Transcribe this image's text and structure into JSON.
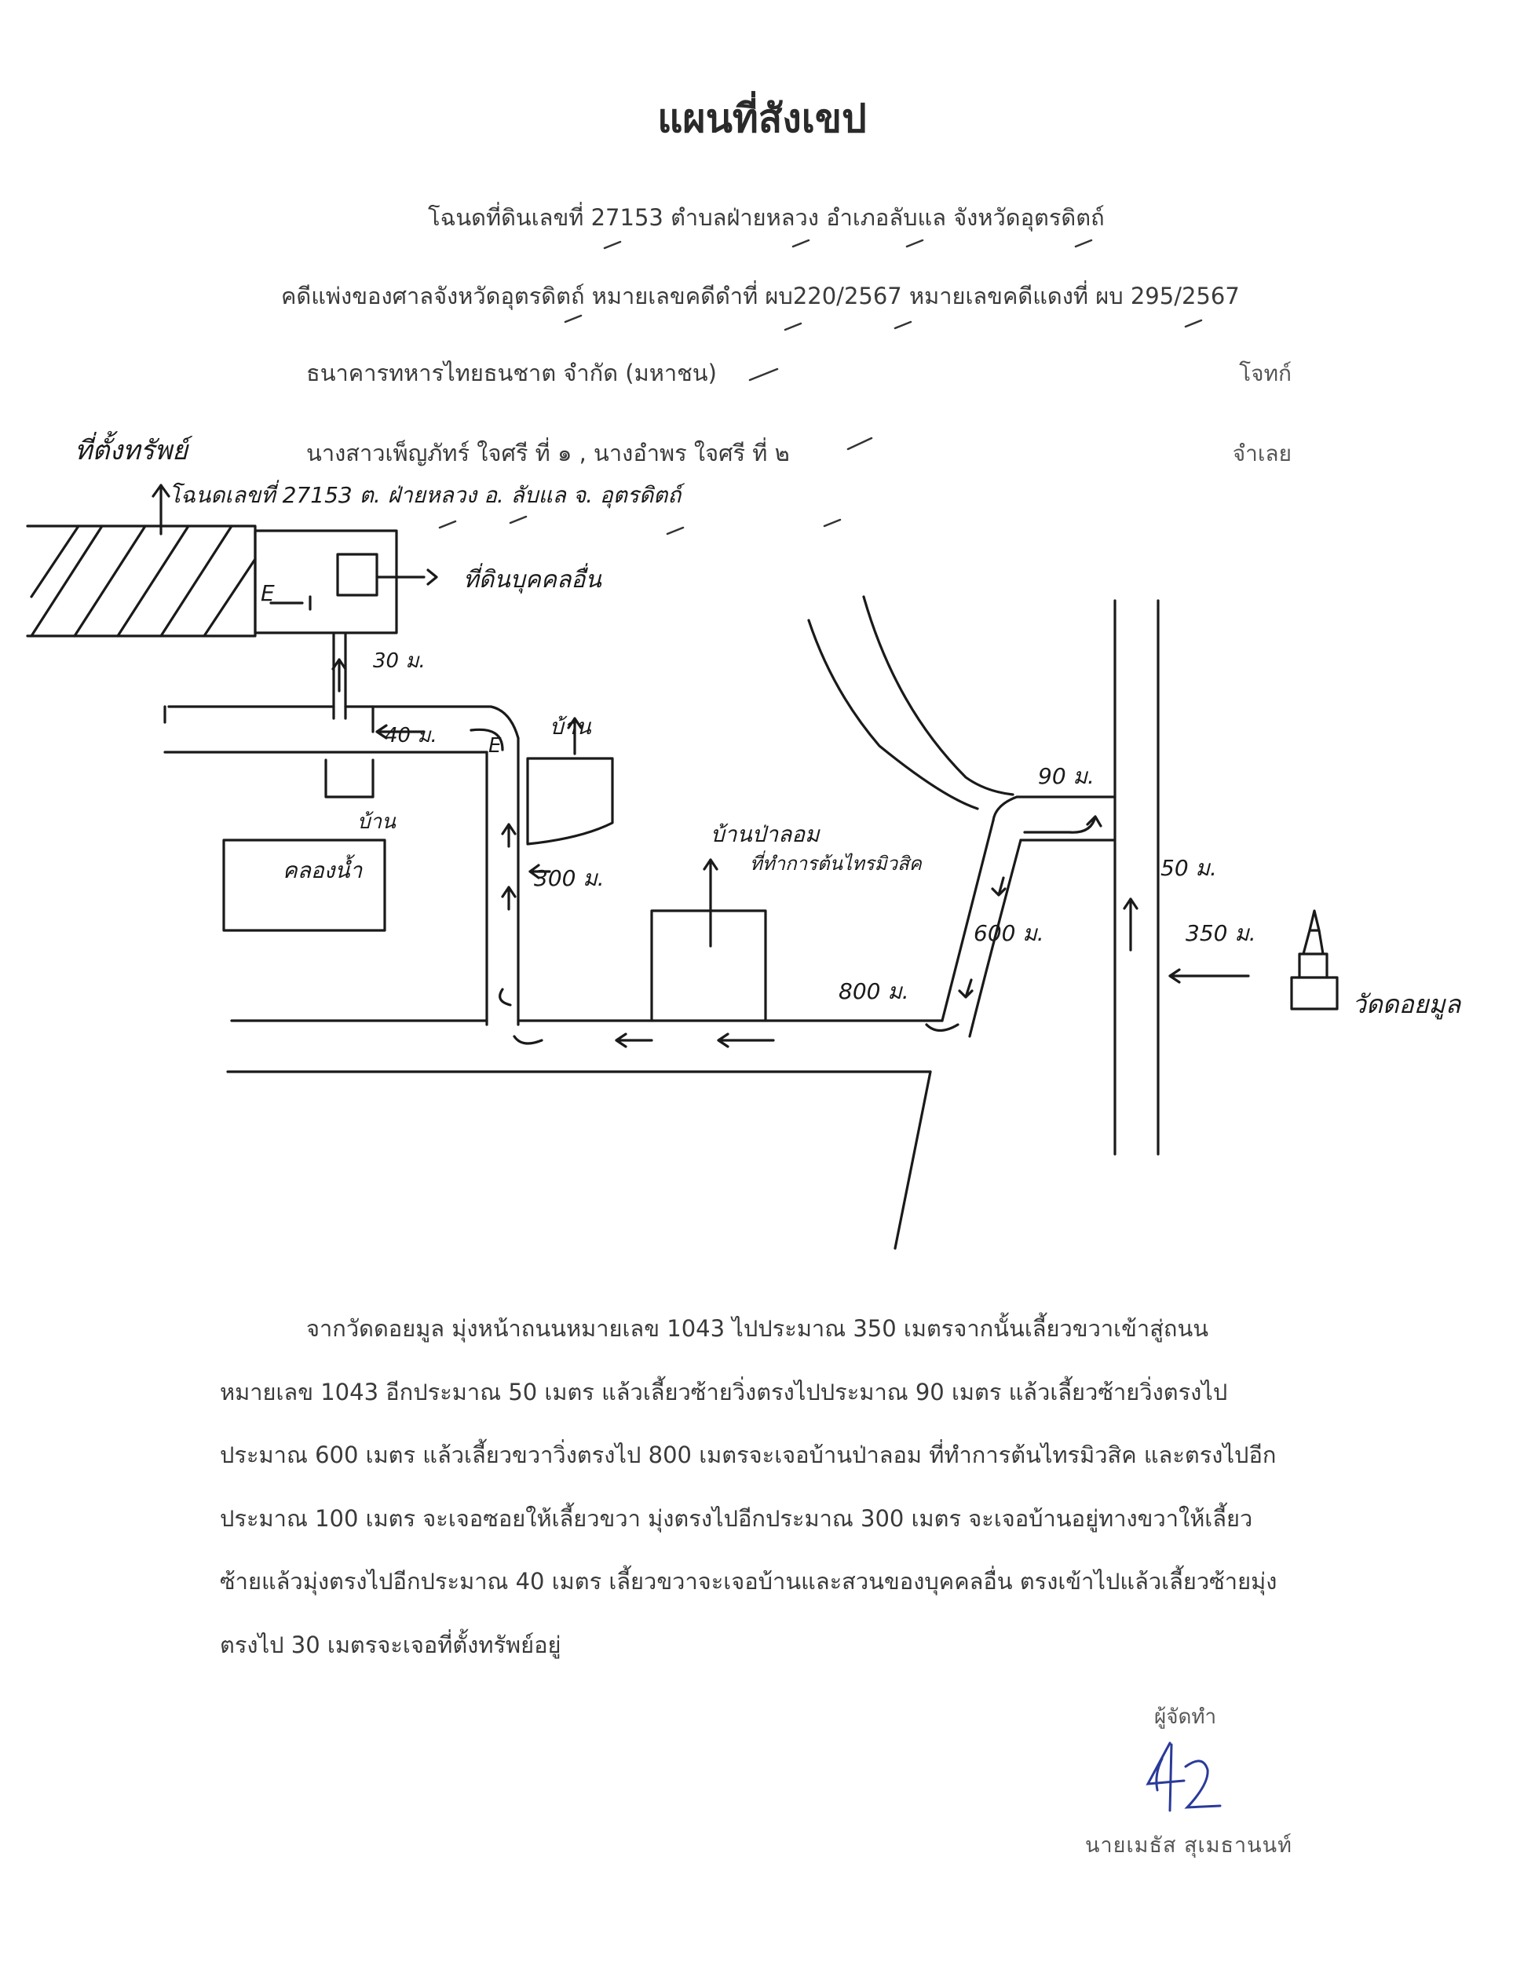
{
  "document": {
    "title": "แผนที่สังเขป",
    "lines": [
      "โฉนดที่ดินเลขที่ 27153 ตำบลฝ่ายหลวง อำเภอลับแล จังหวัดอุตรดิตถ์",
      "คดีแพ่งของศาลจังหวัดอุตรดิตถ์ หมายเลขคดีดำที่ ผบ220/2567 หมายเลขคดีแดงที่ ผบ 295/2567",
      "ธนาคารทหารไทยธนชาต จำกัด (มหาชน)",
      "นางสาวเพ็ญภัทร์ ใจศรี ที่ ๑ , นางอำพร ใจศรี ที่ ๒"
    ],
    "plaintiff_label": "โจทก์",
    "defendant_label": "จำเลย"
  },
  "map": {
    "property_label": "ที่ตั้งทรัพย์",
    "deed_note": "โฉนดเลขที่ 27153 ต. ฝ่ายหลวง อ. ลับแล จ. อุตรดิตถ์",
    "neighbor_land": "ที่ดินบุคคลอื่น",
    "dist_30": "30 ม.",
    "dist_40": "40 ม.",
    "dist_300": "300 ม.",
    "dist_90": "90 ม.",
    "dist_50": "50 ม.",
    "dist_600": "600 ม.",
    "dist_350": "350 ม.",
    "dist_800": "800 ม.",
    "house_top": "บ้าน",
    "house_left": "บ้าน",
    "canal": "คลองน้ำ",
    "landmark_house": "บ้านป่าลอม",
    "landmark_office": "ที่ทำการต้นไทรมิวสิค",
    "temple": "วัดดอยมูล",
    "arrow_letter": "E"
  },
  "description": {
    "lines": [
      "จากวัดดอยมูล มุ่งหน้าถนนหมายเลข 1043  ไปประมาณ 350 เมตรจากนั้นเลี้ยวขวาเข้าสู่ถนน",
      "หมายเลข 1043 อีกประมาณ 50 เมตร แล้วเลี้ยวซ้ายวิ่งตรงไปประมาณ 90 เมตร แล้วเลี้ยวซ้ายวิ่งตรงไป",
      "ประมาณ 600 เมตร แล้วเลี้ยวขวาวิ่งตรงไป 800 เมตรจะเจอบ้านป่าลอม ที่ทำการต้นไทรมิวสิค และตรงไปอีก",
      "ประมาณ 100 เมตร จะเจอซอยให้เลี้ยวขวา มุ่งตรงไปอีกประมาณ 300 เมตร จะเจอบ้านอยู่ทางขวาให้เลี้ยว",
      "ซ้ายแล้วมุ่งตรงไปอีกประมาณ 40 เมตร เลี้ยวขวาจะเจอบ้านและสวนของบุคคลอื่น ตรงเข้าไปแล้วเลี้ยวซ้ายมุ่ง",
      "ตรงไป 30 เมตรจะเจอที่ตั้งทรัพย์อยู่"
    ]
  },
  "signature": {
    "role": "ผู้จัดทำ",
    "name": "นายเมธัส  สุเมธานนท์",
    "ink_color": "#2a3a9a"
  }
}
